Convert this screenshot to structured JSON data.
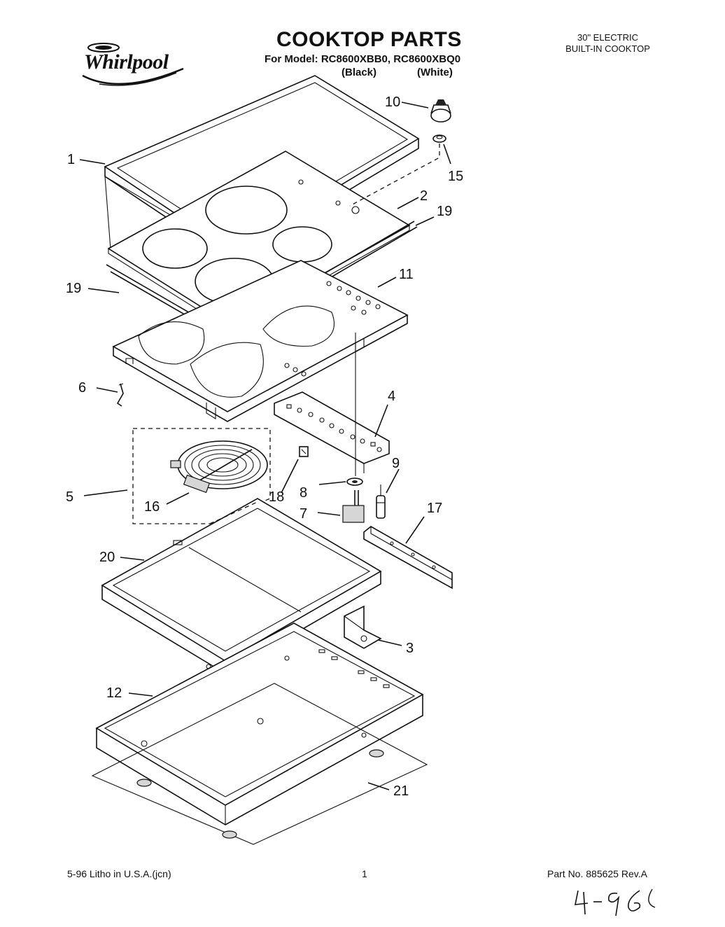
{
  "header": {
    "brand": "Whirlpool",
    "title": "COOKTOP PARTS",
    "model_line": "For Model: RC8600XBB0, RC8600XBQ0",
    "variant_black": "(Black)",
    "variant_white": "(White)",
    "product_line1": "30\" ELECTRIC",
    "product_line2": "BUILT-IN COOKTOP"
  },
  "callouts": {
    "c1": "1",
    "c2": "2",
    "c3": "3",
    "c4": "4",
    "c5": "5",
    "c6": "6",
    "c7": "7",
    "c8": "8",
    "c9": "9",
    "c10": "10",
    "c11": "11",
    "c12": "12",
    "c15": "15",
    "c16": "16",
    "c17": "17",
    "c18": "18",
    "c19a": "19",
    "c19b": "19",
    "c20": "20",
    "c21": "21"
  },
  "footer": {
    "litho": "5-96 Litho in U.S.A.(jcn)",
    "page": "1",
    "part_no": "Part No. 885625 Rev.A"
  }
}
